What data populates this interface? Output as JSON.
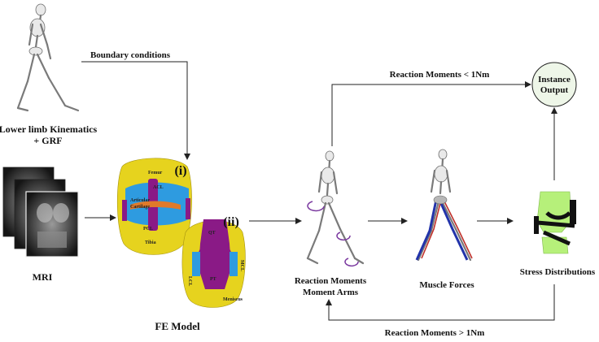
{
  "labels": {
    "boundary_conditions": "Boundary conditions",
    "lower_limb_line1": "Lower limb Kinematics",
    "lower_limb_line2": "+ GRF",
    "mri": "MRI",
    "fe_model": "FE Model",
    "panel_i": "(i)",
    "panel_ii": "(ii)",
    "reaction_moments_less": "Reaction Moments < 1Nm",
    "reaction_moments_greater": "Reaction Moments > 1Nm",
    "instance_output_line1": "Instance",
    "instance_output_line2": "Output",
    "reaction_moments_line1": "Reaction Moments",
    "reaction_moments_line2": "Moment Arms",
    "muscle_forces": "Muscle Forces",
    "stress_distributions": "Stress Distributions"
  },
  "knee_model_labels": {
    "femur": "Femur",
    "acl": "ACL",
    "articular_cartilage_1": "Articular",
    "articular_cartilage_2": "Cartilage",
    "pcl": "PCL",
    "tibia": "Tibia",
    "qt": "QT",
    "pt": "PT",
    "lcl": "LCL",
    "mcl": "MCL",
    "meniscus": "Meniscus"
  },
  "colors": {
    "bone_yellow": "#e6d31e",
    "cartilage_blue": "#2e9be0",
    "ligament_purple": "#8a1a86",
    "meniscus_orange": "#e07a2a",
    "output_circle": "#eef6e8",
    "green_knee": "#b6f07a"
  }
}
